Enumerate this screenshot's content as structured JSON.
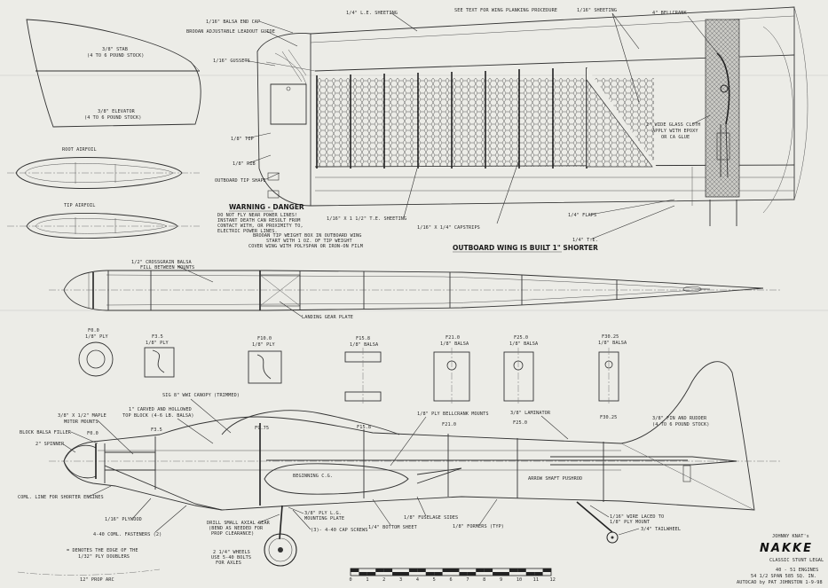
{
  "labels": {
    "balsa_end_cap": "1/16\" BALSA END CAP",
    "leadout_guide": "BROOAN ADJUSTABLE LEADOUT GUIDE",
    "gussets": "1/16\" GUSSETS",
    "le_sheeting": "1/4\" L.E. SHEETING",
    "wing_planking_note": "SEE TEXT FOR WING PLANKING PROCEDURE",
    "sheeting": "1/16\" SHEETING",
    "bellcrank": "4\" BELLCRANK",
    "glass_cloth_1": "2\" WIDE GLASS CLOTH",
    "glass_cloth_2": "APPLY WITH EPOXY",
    "glass_cloth_3": "OR CA GLUE",
    "stab": "3/8\" STAB",
    "stab_stock": "(4 TO 6 POUND STOCK)",
    "elevator": "3/8\" ELEVATOR",
    "elevator_stock": "(4 TO 6 POUND STOCK)",
    "root_airfoil": "ROOT AIRFOIL",
    "tip_airfoil": "TIP AIRFOIL",
    "tip_1_8": "1/8\" TIP",
    "rib_1_8": "1/8\" RIB",
    "outboard_tip_shape": "OUTBOARD TIP SHAPE",
    "warning_title": "WARNING - DANGER",
    "warning_1": "DO NOT FLY NEAR POWER LINES!",
    "warning_2": "INSTANT DEATH CAN RESULT FROM",
    "warning_3": "CONTACT WITH, OR PROXIMITY TO,",
    "warning_4": "ELECTRIC POWER LINES.",
    "te_sheeting": "1/16\" X 1 1/2\" T.E. SHEETING",
    "capstrips": "1/16\" X 1/4\" CAPSTRIPS",
    "flaps": "1/4\" FLAPS",
    "te": "1/4\" T.E.",
    "tip_weight_1": "BROOAN TIP WEIGHT BOX IN OUTBOARD WING",
    "tip_weight_2": "START WITH 1 OZ. OF TIP WEIGHT",
    "tip_weight_3": "COVER WING WITH POLYSPAN OR IRON-ON FILM",
    "outboard_shorter": "OUTBOARD WING IS BUILT 1\" SHORTER",
    "crossgrain_1": "1/2\" CROSSGRAIN BALSA",
    "crossgrain_2": "FILL BETWEEN MOUNTS",
    "landing_gear_plate": "LANDING GEAR PLATE",
    "f0_id": "F0.0",
    "f0_mat": "1/8\" PLY",
    "f3_id": "F3.5",
    "f3_mat": "1/8\" PLY",
    "f10_id": "F10.0",
    "f10_mat": "1/8\" PLY",
    "f15_id": "F15.8",
    "f15_mat": "1/8\" BALSA",
    "f21_id": "F21.0",
    "f21_mat": "1/8\" BALSA",
    "f25_id": "F25.0",
    "f25_mat": "1/8\" BALSA",
    "f30_id": "F30.25",
    "f30_mat": "1/8\" BALSA",
    "canopy": "SIG 8\" WWI CANOPY (TRIMMED)",
    "carved_1": "1\" CARVED AND HOLLOWED",
    "carved_2": "TOP BLOCK (4-6 LB. BALSA)",
    "maple_1": "3/8\" X 1/2\" MAPLE",
    "maple_2": "MOTOR MOUNTS",
    "block_filler": "BLOCK BALSA FILLER",
    "spinner": "2\" SPINNER",
    "bellcrank_mounts": "1/8\" PLY BELLCRANK MOUNTS",
    "laminator": "3/8\" LAMINATOR",
    "fin_rudder_1": "3/8\" FIN AND RUDDER",
    "fin_rudder_2": "(4 TO 6 POUND STOCK)",
    "sf0": "F0.0",
    "sf3": "F3.5",
    "sf9": "F9.75",
    "sf15": "F15.8",
    "sf21": "F21.0",
    "sf25": "F25.0",
    "sf30": "F30.25",
    "cg": "BEGINNING C.G.",
    "pushrod": "ARROW SHAFT PUSHROD",
    "coml_line": "COML. LINE FOR SHORTER ENGINES",
    "ply_116": "1/16\" PLYWOOD",
    "fasteners": "4-40 COML. FASTENERS (2)",
    "grain_note_1": "= DENOTES THE EDGE OF THE",
    "grain_note_2": "1/32\" PLY DOUBLERS",
    "gear_1": "DRILL SMALL AXIAL GEAR",
    "gear_2": "(BEND AS NEEDED FOR",
    "gear_3": "PROP CLEARANCE)",
    "wheels_1": "2 1/4\" WHEELS",
    "wheels_2": "USE 5-40 BOLTS",
    "wheels_3": "FOR AXLES",
    "ply_le": "3/8\" PLY L.G.",
    "mounting_plate": "MOUNTING PLATE",
    "cap_screws": "(3)- 4-40 CAP SCREWS",
    "bottom_sheet": "1/4\" BOTTOM SHEET",
    "fuselage_sides": "1/8\" FUSELAGE SIDES",
    "formers": "1/8\" FORMERS (TYP)",
    "wire_laced_1": "1/16\" WIRE LACED TO",
    "wire_laced_2": "1/8\" PLY MOUNT",
    "tailwheel": "3/4\" TAILWHEEL",
    "prop_arc": "12\" PROP ARC",
    "designer": "JOHNNY KNAT's",
    "model_name": "NAKKE",
    "subtitle": "CLASSIC STUNT LEGAL",
    "engines": "40 - 51 ENGINES",
    "span": "54 1/2 SPAN   585 SQ. IN.",
    "autocad": "AUTOCAD by PAT JOHNSTON 1-9-98"
  },
  "scale": {
    "ticks": [
      "0",
      "1",
      "2",
      "3",
      "4",
      "5",
      "6",
      "7",
      "8",
      "9",
      "10",
      "11",
      "12"
    ]
  },
  "colors": {
    "paper": "#ecece7",
    "ink": "#2a2a2a",
    "cloth": "#bdbdb8"
  }
}
